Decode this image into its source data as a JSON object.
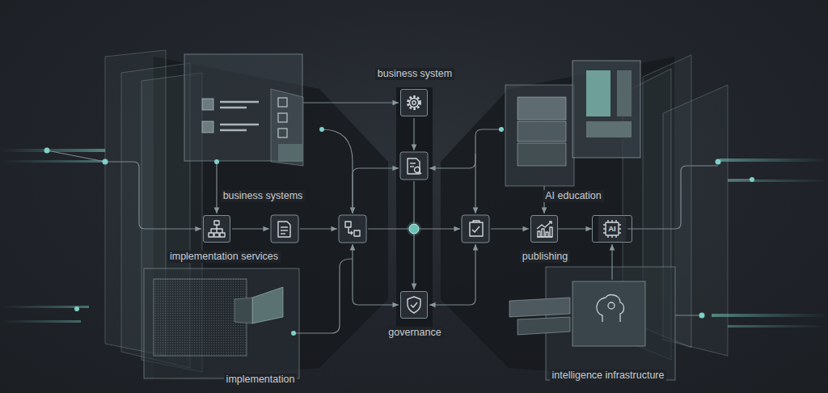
{
  "diagram": {
    "nodes": [
      {
        "text": [
          "business system"
        ]
      },
      {
        "text": [
          "implementation services"
        ]
      },
      {
        "text": [
          "publishing"
        ]
      },
      {
        "text": [
          "AI"
        ]
      },
      {
        "text": [
          "governance"
        ]
      }
    ],
    "edges": [
      {
        "from": 2,
        "to": 3,
        "arrow": "to"
      }
    ],
    "labels": [
      "business systems",
      "AI education",
      "implementation",
      "intelligence infrastructure"
    ]
  }
}
